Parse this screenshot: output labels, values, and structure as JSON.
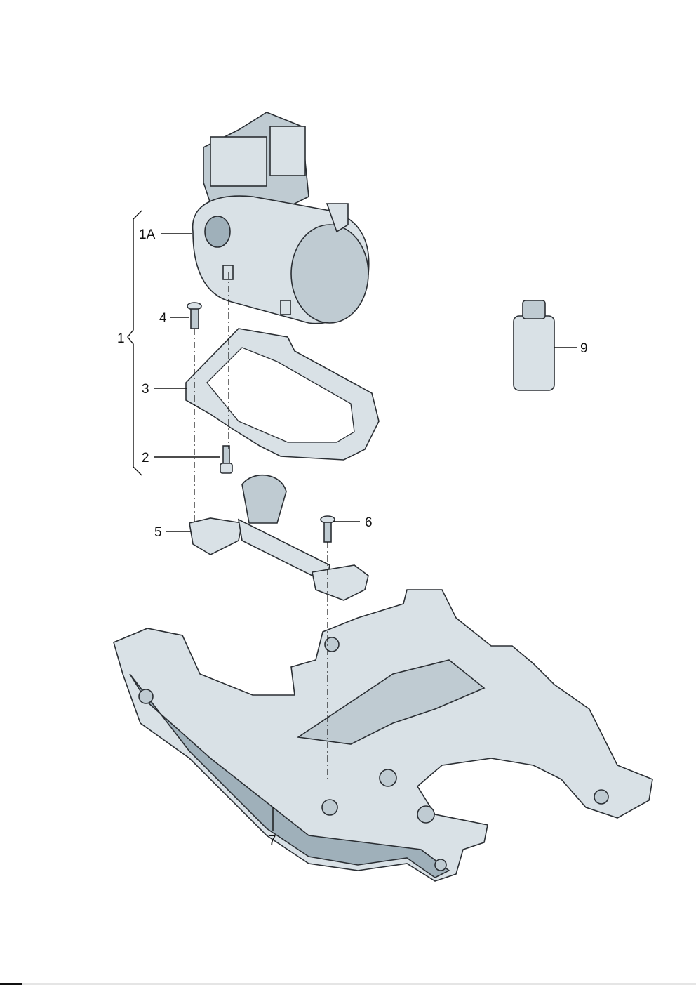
{
  "diagram": {
    "callouts": [
      {
        "id": "1",
        "label": "1"
      },
      {
        "id": "1A",
        "label": "1A"
      },
      {
        "id": "2",
        "label": "2"
      },
      {
        "id": "3",
        "label": "3"
      },
      {
        "id": "4",
        "label": "4"
      },
      {
        "id": "5",
        "label": "5"
      },
      {
        "id": "6",
        "label": "6"
      },
      {
        "id": "7",
        "label": "7"
      },
      {
        "id": "9",
        "label": "9"
      }
    ],
    "colors": {
      "part_light": "#d9e1e6",
      "part_mid": "#bfcbd2",
      "part_dark": "#9fb0ba",
      "outline": "#2a2e33"
    }
  }
}
